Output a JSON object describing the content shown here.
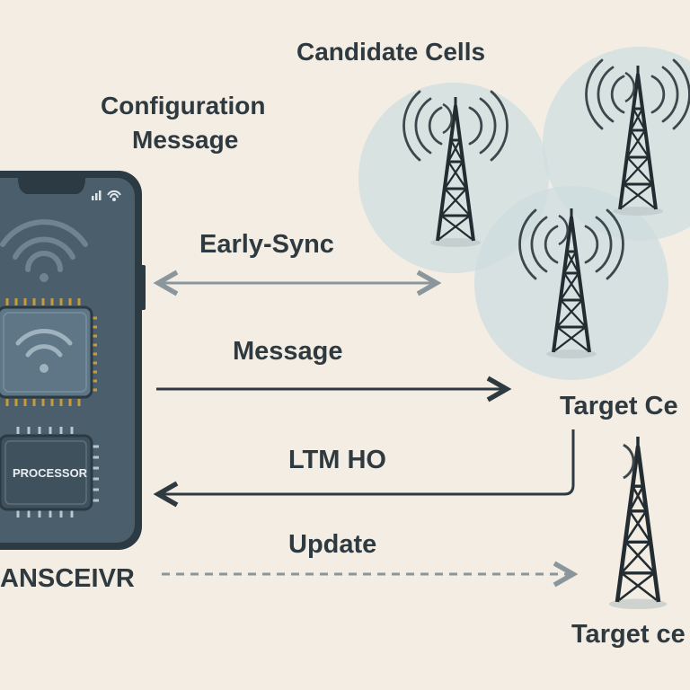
{
  "labels": {
    "candidate_cells": "Candidate Cells",
    "config_line1": "Configuration",
    "config_line2": "Message",
    "early_sync": "Early-Sync",
    "message": "Message",
    "ltm_ho": "LTM HO",
    "update": "Update",
    "target_cell_upper": "Target Ce",
    "target_cell_lower": "Target ce",
    "transceiver": "ANSCEIVR",
    "processor": "PROCESSOR"
  },
  "icons": {
    "phone": "smartphone-icon",
    "tower": "cell-tower-icon",
    "wifi": "wifi-icon",
    "chip": "chip-icon"
  },
  "colors": {
    "background": "#f3ede3",
    "phone_body": "#34454f",
    "phone_screen": "#4b5e6b",
    "chip": "#5e7686",
    "chip_pins": "#c79a3d",
    "cell_bubble": "#cfdde0",
    "arrow_dark": "#2f3a40",
    "arrow_light": "#8a969c"
  }
}
